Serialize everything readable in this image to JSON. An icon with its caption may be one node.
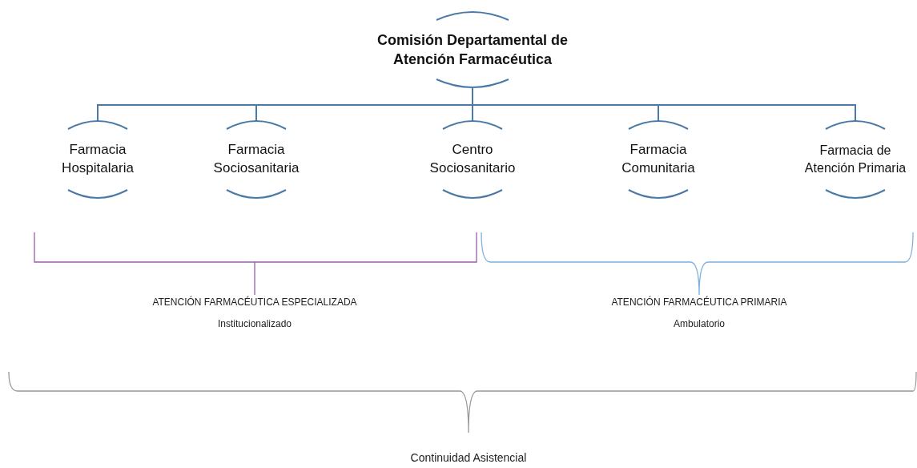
{
  "diagram": {
    "nodes": [
      {
        "text": [
          "Comisión Departamental de Atención Farmacéutica"
        ]
      },
      {
        "text": [
          "Farmacia Hospitalaria"
        ]
      },
      {
        "text": [
          "Farmacia Sociosanitaria"
        ]
      },
      {
        "text": [
          "Centro Sociosanitario"
        ]
      },
      {
        "text": [
          "Farmacia Comunitaria"
        ]
      },
      {
        "text": [
          "Farmacia de Atención Primaria"
        ]
      }
    ],
    "edges": [
      {
        "from": 0,
        "to": 1,
        "arrow": "none"
      },
      {
        "from": 0,
        "to": 2,
        "arrow": "none"
      },
      {
        "from": 0,
        "to": 3,
        "arrow": "none"
      },
      {
        "from": 0,
        "to": 4,
        "arrow": "none"
      },
      {
        "from": 0,
        "to": 5,
        "arrow": "none"
      }
    ],
    "labels": [
      "ATENCIÓN FARMACÉUTICA ESPECIALIZADA",
      "Institucionalizado",
      "ATENCIÓN FARMACÉUTICA PRIMARIA",
      "Ambulatorio",
      "Continuidad Asistencial"
    ]
  }
}
